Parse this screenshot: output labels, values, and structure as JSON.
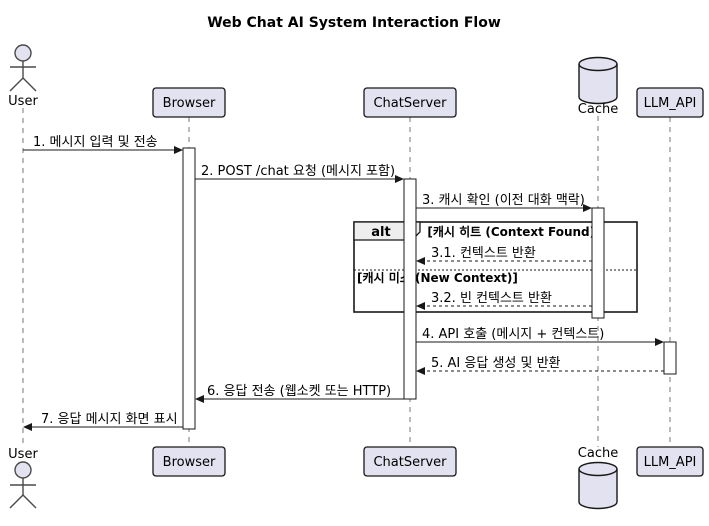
{
  "title": "Web Chat AI System Interaction Flow",
  "participants": {
    "user": "User",
    "browser": "Browser",
    "chatserver": "ChatServer",
    "cache": "Cache",
    "llm_api": "LLM_API"
  },
  "messages": {
    "m1": "1. 메시지 입력 및 전송",
    "m2": "2. POST /chat 요청 (메시지 포함)",
    "m3": "3. 캐시 확인 (이전 대화 맥락)",
    "m3_1": "3.1. 컨텍스트 반환",
    "m3_2": "3.2. 빈 컨텍스트 반환",
    "m4": "4. API 호출 (메시지 + 컨텍스트)",
    "m5": "5. AI 응답 생성 및 반환",
    "m6": "6. 응답 전송 (웹소켓 또는 HTTP)",
    "m7": "7. 응답 메시지 화면 표시"
  },
  "alt": {
    "label": "alt",
    "guard_hit": "[캐시 히트 (Context Found)]",
    "guard_miss": "[캐시 미스 (New Context)]"
  },
  "colors": {
    "participant_fill": "#E2E2F0",
    "participant_border": "#181818",
    "lifeline": "#777777",
    "arrow": "#181818",
    "alt_tag_fill": "#EEEEEE",
    "background": "#FFFFFF"
  }
}
